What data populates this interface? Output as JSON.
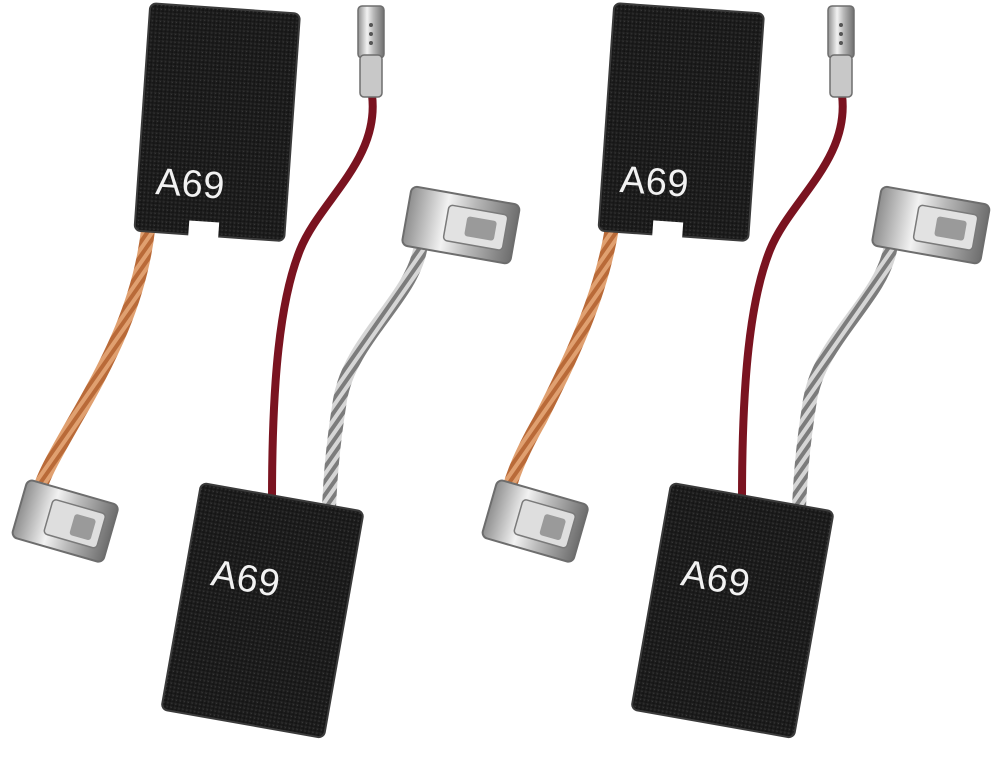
{
  "brush_label": "A69",
  "colors": {
    "background": "#ffffff",
    "carbon_block": "#1f1f1f",
    "copper_braid": "#c77a45",
    "silver_braid": "#9a9a9a",
    "red_wire": "#7a1320",
    "terminal_metal": "#c9c9c9"
  },
  "items": [
    {
      "name": "carbon-brush",
      "label": "A69",
      "lead": "copper-braid"
    },
    {
      "name": "carbon-brush",
      "label": "A69",
      "lead": "silver-braid"
    },
    {
      "name": "carbon-brush",
      "label": "A69",
      "lead": "copper-braid"
    },
    {
      "name": "carbon-brush",
      "label": "A69",
      "lead": "silver-braid"
    }
  ]
}
